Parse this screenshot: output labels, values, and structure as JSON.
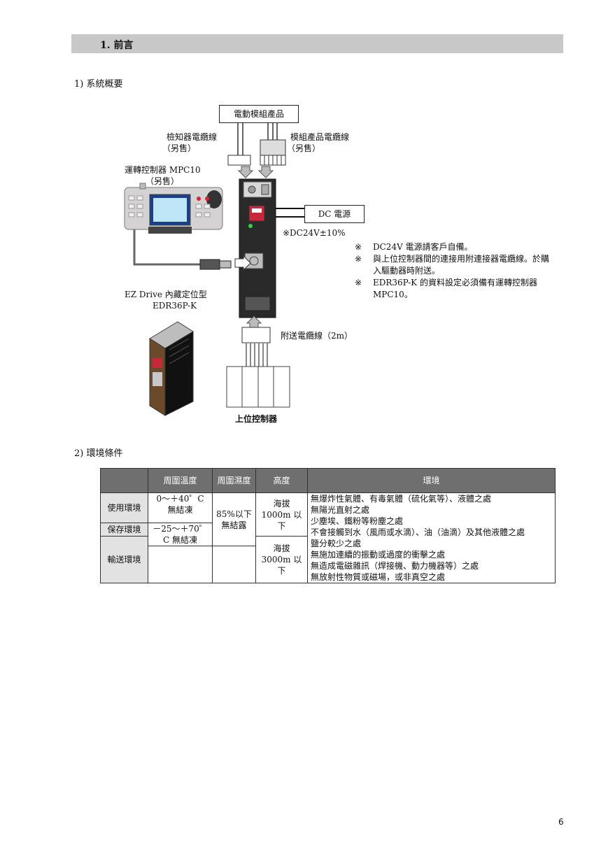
{
  "section": {
    "title": "1. 前言"
  },
  "overview": {
    "heading": "1)  系統概要",
    "product_box": "電動模組產品",
    "sensor_cable": "檢知器電纜線",
    "sensor_cable_note": "（另售）",
    "module_cable": "模組產品電纜線",
    "module_cable_note": "（另售）",
    "controller_label": "運轉控制器 MPC10",
    "controller_note": "（另售）",
    "dc_box": "DC 電源",
    "dc_spec": "※DC24V±10%",
    "driver_label_1": "EZ Drive 內藏定位型",
    "driver_label_2": "EDR36P-K",
    "included_cable": "附送電纜線（2m）",
    "host": "上位控制器",
    "notes": [
      {
        "mark": "※",
        "text": "DC24V 電源請客戶自備。"
      },
      {
        "mark": "※",
        "text": "與上位控制器間的連接用附連接器電纜線。於購入驅動器時附送。"
      },
      {
        "mark": "※",
        "text": "EDR36P-K 的資料設定必須備有運轉控制器 MPC10。"
      }
    ]
  },
  "environment": {
    "heading": "2)  環境條件",
    "headers": [
      "周圍溫度",
      "周圍濕度",
      "高度",
      "環境"
    ],
    "rows": [
      "使用環境",
      "保存環境",
      "輸送環境"
    ],
    "temp_use": "0～＋40゜C 無結凍",
    "temp_store": "－25～＋70゜C 無結凍",
    "humidity": "85%以下 無結露",
    "alt_use": "海拔 1000m 以下",
    "alt_store": "海拔 3000m 以下",
    "conditions": [
      "無爆炸性氣體、有毒氣體（硫化氣等）、液體之處",
      "無陽光直射之處",
      "少塵埃、鐵粉等粉塵之處",
      "不會接觸到水（風雨或水滴）、油（油滴）及其他液體之處",
      "鹽分較少之處",
      "無施加連續的振動或過度的衝擊之處",
      "無造成電磁雜訊（焊接機、動力機器等）之處",
      "無放射性物質或磁場，或非真空之處"
    ]
  },
  "page_number": "6",
  "colors": {
    "section_bar": "#c8c8c8",
    "table_header": "#6f6f6f",
    "row_header": "#e2e2e2"
  }
}
